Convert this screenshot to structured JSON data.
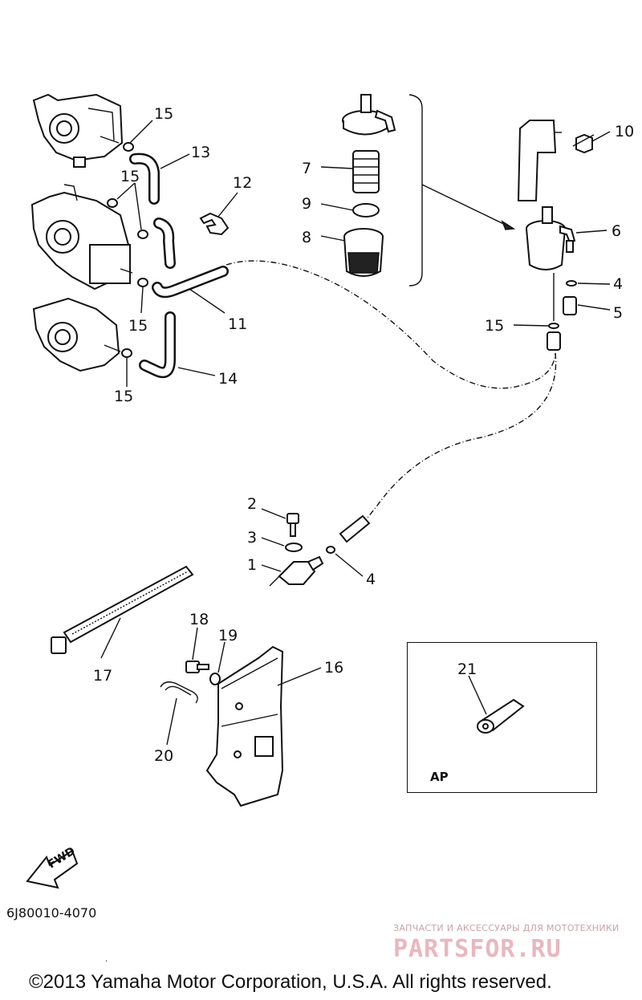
{
  "diagram": {
    "callouts": {
      "c1": "1",
      "c2": "2",
      "c3": "3",
      "c4a": "4",
      "c4b": "4",
      "c5": "5",
      "c6": "6",
      "c7": "7",
      "c8": "8",
      "c9": "9",
      "c10": "10",
      "c11": "11",
      "c12": "12",
      "c13": "13",
      "c14": "14",
      "c15a": "15",
      "c15b": "15",
      "c15c": "15",
      "c15d": "15",
      "c15e": "15",
      "c16": "16",
      "c17": "17",
      "c18": "18",
      "c19": "19",
      "c20": "20",
      "c21": "21"
    },
    "ap_label": "AP",
    "fwd_label": "FWD",
    "catalog_code": "6J80010-4070",
    "copyright": "©2013 Yamaha Motor Corporation, U.S.A. All rights reserved.",
    "watermark": {
      "tagline": "ЗАПЧАСТИ И АКСЕССУАРЫ ДЛЯ МОТОТЕХНИКИ",
      "logo": "PARTSFOR.RU",
      "color": "#e9b7bf"
    }
  }
}
